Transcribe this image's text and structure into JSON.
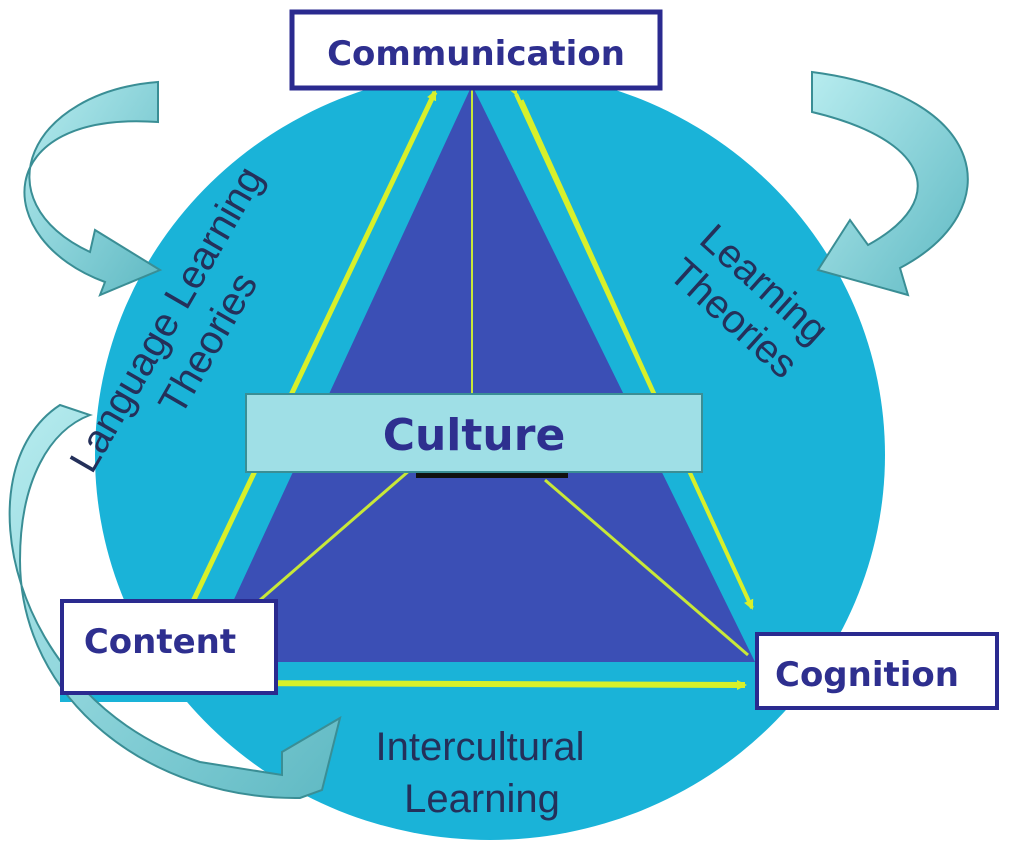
{
  "nodes": {
    "communication": "Communication",
    "content": "Content",
    "cognition": "Cognition",
    "culture": "Culture"
  },
  "theories": {
    "language_learning": [
      "Language Learning",
      "Theories"
    ],
    "learning": [
      "Learning",
      "Theories"
    ],
    "intercultural": [
      "Intercultural",
      "Learning"
    ]
  },
  "colors": {
    "circle": "#1ab3d8",
    "triangle": "#3b4fb5",
    "arrows": "#d8f02a",
    "label_box_border": "#2a2a8f",
    "culture_bar": "#9fdfe6",
    "curved_arrow": "#8fd6dc",
    "label_text": "#2e2f8f"
  }
}
